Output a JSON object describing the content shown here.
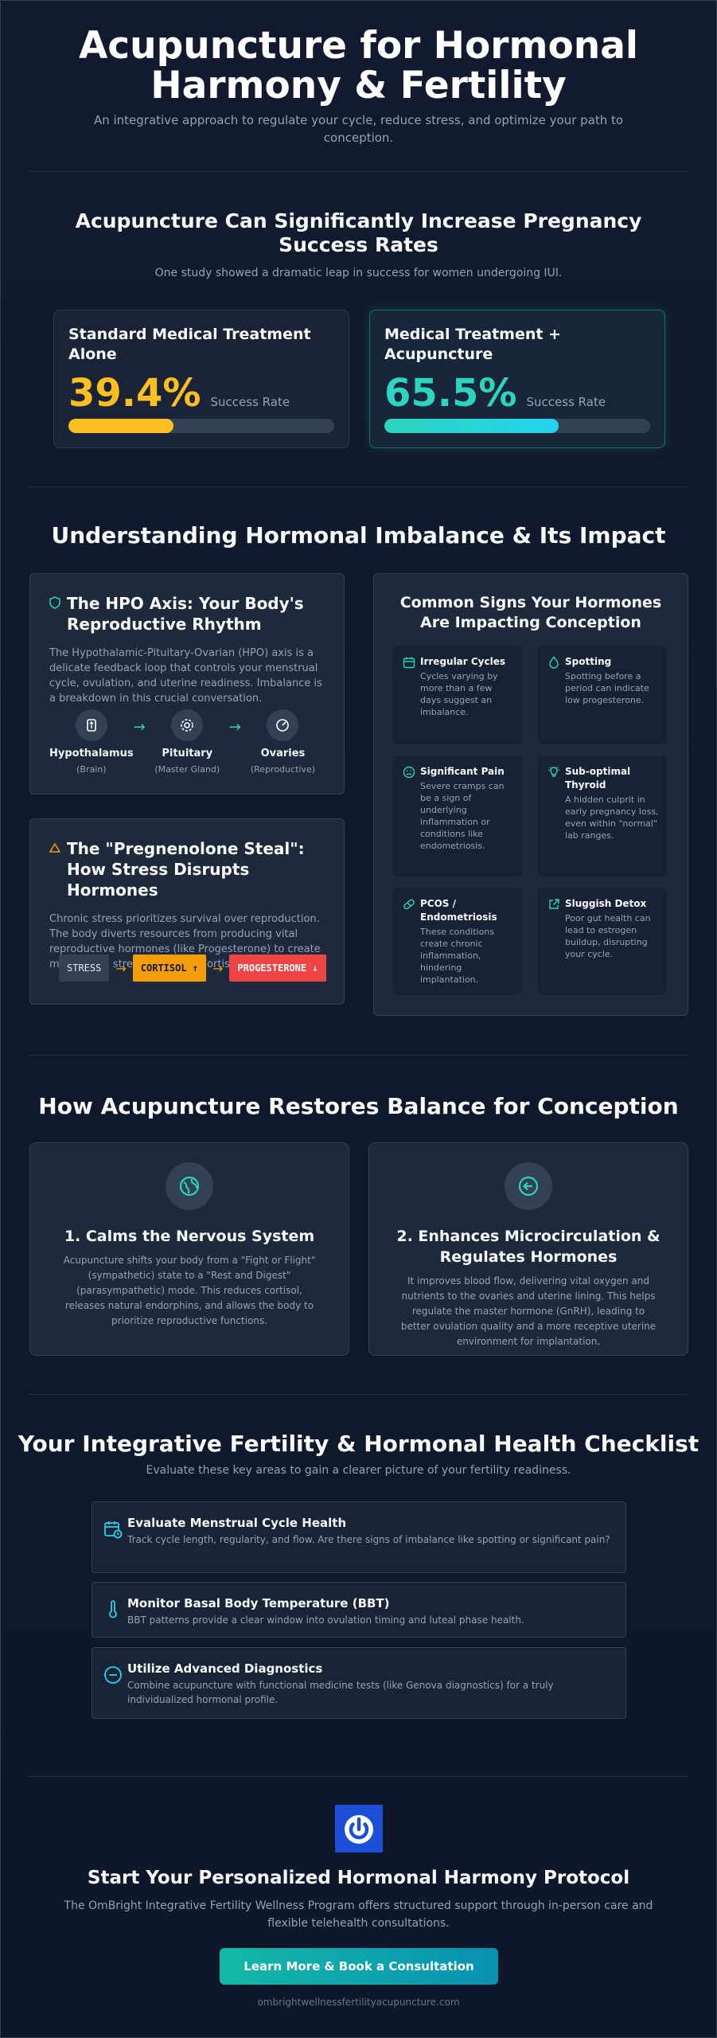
{
  "hero": {
    "title_line1": "Acupuncture for Hormonal",
    "title_line2": "Harmony & Fertility",
    "subtitle": "An integrative approach to regulate your cycle, reduce stress, and optimize your path to conception."
  },
  "success": {
    "title": "Acupuncture Can Significantly Increase Pregnancy Success Rates",
    "subtitle": "One study showed a dramatic leap in success for women undergoing IUI.",
    "cards": [
      {
        "heading": "Standard Medical Treatment Alone",
        "value": "39.4%",
        "value_pct": 39.4,
        "label": "Success Rate",
        "color": "#fbbf24"
      },
      {
        "heading": "Medical Treatment + Acupuncture",
        "value": "65.5%",
        "value_pct": 65.5,
        "label": "Success Rate",
        "color": "#2dd4bf"
      }
    ]
  },
  "imbalance": {
    "title": "Understanding Hormonal Imbalance & Its Impact",
    "hpo": {
      "heading": "The HPO Axis: Your Body's Reproductive Rhythm",
      "desc": "The Hypothalamic-Pituitary-Ovarian (HPO) axis is a delicate feedback loop that controls your menstrual cycle, ovulation, and uterine readiness. Imbalance is a breakdown in this crucial conversation.",
      "nodes": [
        {
          "name": "Hypothalamus",
          "sub": "(Brain)",
          "icon": "brain-icon"
        },
        {
          "name": "Pituitary",
          "sub": "(Master Gland)",
          "icon": "gear-icon"
        },
        {
          "name": "Ovaries",
          "sub": "(Reproductive)",
          "icon": "gauge-icon"
        }
      ],
      "arrow": "→"
    },
    "steal": {
      "heading": "The \"Pregnenolone Steal\": How Stress Disrupts Hormones",
      "desc": "Chronic stress prioritizes survival over reproduction. The body diverts resources from producing vital reproductive hormones (like Progesterone) to create more of the stress hormone, Cortisol.",
      "chips": [
        "STRESS",
        "CORTISOL ↑",
        "PROGESTERONE ↓"
      ],
      "arrow": "→"
    },
    "signs": {
      "heading": "Common Signs Your Hormones Are Impacting Conception",
      "items": [
        {
          "title": "Irregular Cycles",
          "text": "Cycles varying by more than a few days suggest an imbalance.",
          "icon": "calendar-icon"
        },
        {
          "title": "Spotting",
          "text": "Spotting before a period can indicate low progesterone.",
          "icon": "droplet-icon"
        },
        {
          "title": "Significant Pain",
          "text": "Severe cramps can be a sign of underlying inflammation or conditions like endometriosis.",
          "icon": "frown-icon"
        },
        {
          "title": "Sub-optimal Thyroid",
          "text": "A hidden culprit in early pregnancy loss, even within \"normal\" lab ranges.",
          "icon": "lightbulb-icon"
        },
        {
          "title": "PCOS / Endometriosis",
          "text": "These conditions create chronic inflammation, hindering implantation.",
          "icon": "pill-icon"
        },
        {
          "title": "Sluggish Detox",
          "text": "Poor gut health can lead to estrogen buildup, disrupting your cycle.",
          "icon": "external-arrow-icon"
        }
      ]
    }
  },
  "restore": {
    "title": "How Acupuncture Restores Balance for Conception",
    "methods": [
      {
        "title": "1. Calms the Nervous System",
        "text": "Acupuncture shifts your body from a \"Fight or Flight\" (sympathetic) state to a \"Rest and Digest\" (parasympathetic) mode. This reduces cortisol, releases natural endorphins, and allows the body to prioritize reproductive functions.",
        "icon": "globe-icon"
      },
      {
        "title": "2. Enhances Microcirculation & Regulates Hormones",
        "text": "It improves blood flow, delivering vital oxygen and nutrients to the ovaries and uterine lining. This helps regulate the master hormone (GnRH), leading to better ovulation quality and a more receptive uterine environment for implantation.",
        "icon": "circle-arrow-left-icon"
      }
    ]
  },
  "checklist": {
    "title": "Your Integrative Fertility & Hormonal Health Checklist",
    "subtitle": "Evaluate these key areas to gain a clearer picture of your fertility readiness.",
    "items": [
      {
        "title": "Evaluate Menstrual Cycle Health",
        "text": "Track cycle length, regularity, and flow. Are there signs of imbalance like spotting or significant pain?",
        "icon": "calendar-clock-icon"
      },
      {
        "title": "Monitor Basal Body Temperature (BBT)",
        "text": "BBT patterns provide a clear window into ovulation timing and luteal phase health.",
        "icon": "thermometer-icon"
      },
      {
        "title": "Utilize Advanced Diagnostics",
        "text": "Combine acupuncture with functional medicine tests (like Genova diagnostics) for a truly individualized hormonal profile.",
        "icon": "minus-circle-icon"
      }
    ]
  },
  "cta": {
    "title": "Start Your Personalized Hormonal Harmony Protocol",
    "subtitle": "The OmBright Integrative Fertility Wellness Program offers structured support through in-person care and flexible telehealth consultations.",
    "button": "Learn More & Book a Consultation",
    "url": "ombrightwellnessfertilityacupuncture.com"
  },
  "colors": {
    "accent": "#2dd4bf",
    "amber": "#fbbf24",
    "red": "#ef4444",
    "brand": "#1d4ed8"
  }
}
